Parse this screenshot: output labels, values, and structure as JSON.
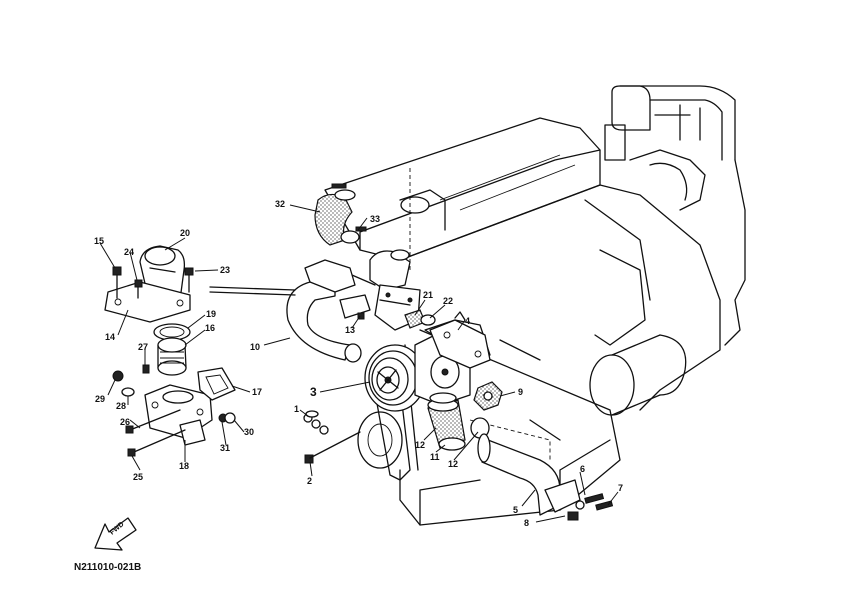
{
  "labels": {
    "l1": "1",
    "l2": "2",
    "l3": "3",
    "l4": "4",
    "l5": "5",
    "l6": "6",
    "l7": "7",
    "l8": "8",
    "l9": "9",
    "l10": "10",
    "l11": "11",
    "l12a": "12",
    "l12b": "12",
    "l13": "13",
    "l14": "14",
    "l15": "15",
    "l16": "16",
    "l17": "17",
    "l18": "18",
    "l19": "19",
    "l20": "20",
    "l21": "21",
    "l22": "22",
    "l23": "23",
    "l24": "24",
    "l25": "25",
    "l26": "26",
    "l27": "27",
    "l28": "28",
    "l29": "29",
    "l30": "30",
    "l31": "31",
    "l32": "32",
    "l33": "33"
  },
  "fwd_label": "FWD",
  "drawing_code": "N211010-021B"
}
